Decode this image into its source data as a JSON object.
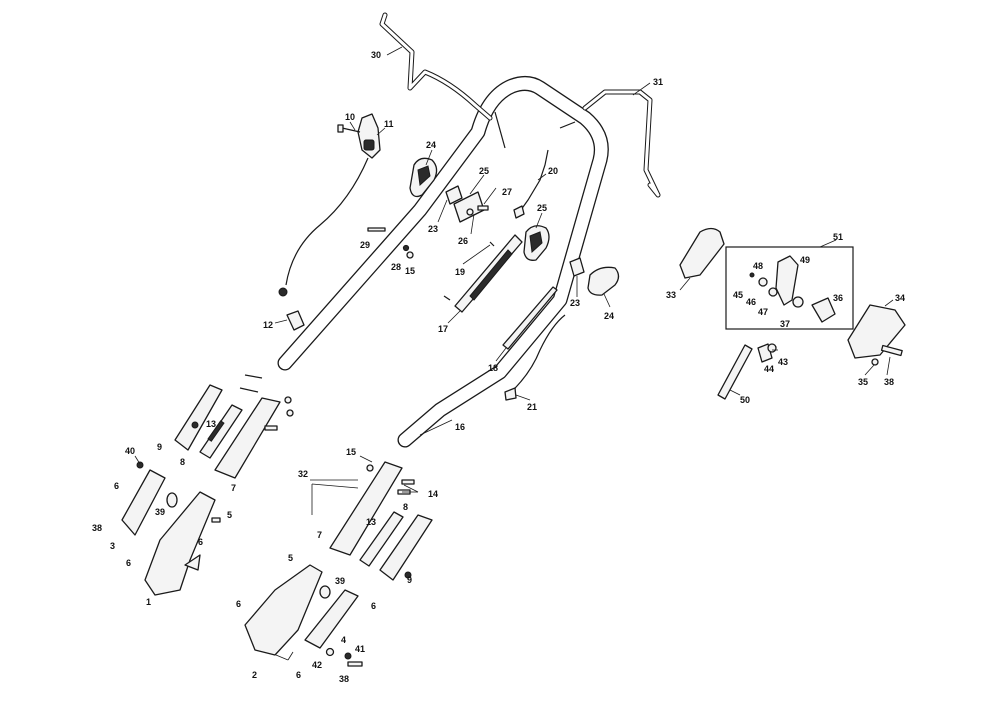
{
  "callouts": [
    {
      "id": "30",
      "label": "30"
    },
    {
      "id": "31",
      "label": "31"
    },
    {
      "id": "10",
      "label": "10"
    },
    {
      "id": "11",
      "label": "11"
    },
    {
      "id": "24a",
      "label": "24"
    },
    {
      "id": "24b",
      "label": "24"
    },
    {
      "id": "25a",
      "label": "25"
    },
    {
      "id": "25b",
      "label": "25"
    },
    {
      "id": "27",
      "label": "27"
    },
    {
      "id": "20",
      "label": "20"
    },
    {
      "id": "23a",
      "label": "23"
    },
    {
      "id": "23b",
      "label": "23"
    },
    {
      "id": "26",
      "label": "26"
    },
    {
      "id": "29",
      "label": "29"
    },
    {
      "id": "28",
      "label": "28"
    },
    {
      "id": "15a",
      "label": "15"
    },
    {
      "id": "19",
      "label": "19"
    },
    {
      "id": "17",
      "label": "17"
    },
    {
      "id": "12",
      "label": "12"
    },
    {
      "id": "18",
      "label": "18"
    },
    {
      "id": "21",
      "label": "21"
    },
    {
      "id": "16",
      "label": "16"
    },
    {
      "id": "13a",
      "label": "13"
    },
    {
      "id": "9a",
      "label": "9"
    },
    {
      "id": "8a",
      "label": "8"
    },
    {
      "id": "7a",
      "label": "7"
    },
    {
      "id": "40",
      "label": "40"
    },
    {
      "id": "6a",
      "label": "6"
    },
    {
      "id": "39a",
      "label": "39"
    },
    {
      "id": "5a",
      "label": "5"
    },
    {
      "id": "38a",
      "label": "38"
    },
    {
      "id": "3",
      "label": "3"
    },
    {
      "id": "6b",
      "label": "6"
    },
    {
      "id": "6c",
      "label": "6"
    },
    {
      "id": "1",
      "label": "1"
    },
    {
      "id": "15b",
      "label": "15"
    },
    {
      "id": "32",
      "label": "32"
    },
    {
      "id": "14",
      "label": "14"
    },
    {
      "id": "8b",
      "label": "8"
    },
    {
      "id": "13b",
      "label": "13"
    },
    {
      "id": "7b",
      "label": "7"
    },
    {
      "id": "9b",
      "label": "9"
    },
    {
      "id": "5b",
      "label": "5"
    },
    {
      "id": "39b",
      "label": "39"
    },
    {
      "id": "6d",
      "label": "6"
    },
    {
      "id": "6e",
      "label": "6"
    },
    {
      "id": "4",
      "label": "4"
    },
    {
      "id": "41",
      "label": "41"
    },
    {
      "id": "42",
      "label": "42"
    },
    {
      "id": "6f",
      "label": "6"
    },
    {
      "id": "2",
      "label": "2"
    },
    {
      "id": "38b",
      "label": "38"
    },
    {
      "id": "33",
      "label": "33"
    },
    {
      "id": "51",
      "label": "51"
    },
    {
      "id": "48",
      "label": "48"
    },
    {
      "id": "49",
      "label": "49"
    },
    {
      "id": "45",
      "label": "45"
    },
    {
      "id": "46",
      "label": "46"
    },
    {
      "id": "47",
      "label": "47"
    },
    {
      "id": "36",
      "label": "36"
    },
    {
      "id": "37",
      "label": "37"
    },
    {
      "id": "34",
      "label": "34"
    },
    {
      "id": "43",
      "label": "43"
    },
    {
      "id": "44",
      "label": "44"
    },
    {
      "id": "35",
      "label": "35"
    },
    {
      "id": "38c",
      "label": "38"
    },
    {
      "id": "50",
      "label": "50"
    }
  ]
}
